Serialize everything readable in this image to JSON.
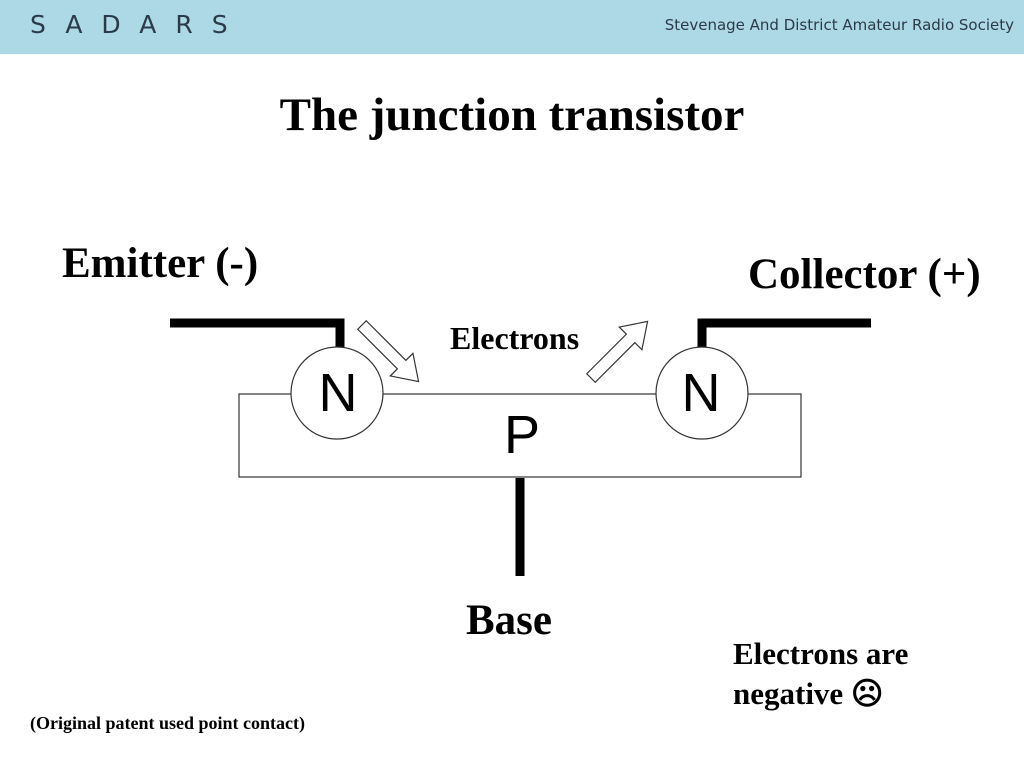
{
  "header": {
    "logo_text": "SADARS",
    "society_name": "Stevenage And District Amateur Radio Society",
    "bar_color": "#add8e6"
  },
  "slide": {
    "title": "The junction transistor"
  },
  "diagram": {
    "emitter_label": "Emitter (-)",
    "collector_label": "Collector (+)",
    "electrons_label": "Electrons",
    "base_label": "Base",
    "left_region": "N",
    "middle_region": "P",
    "right_region": "N",
    "note_line1": "Electrons are",
    "note_line2": "negative ☹"
  },
  "footnote": "(Original patent used point contact)"
}
